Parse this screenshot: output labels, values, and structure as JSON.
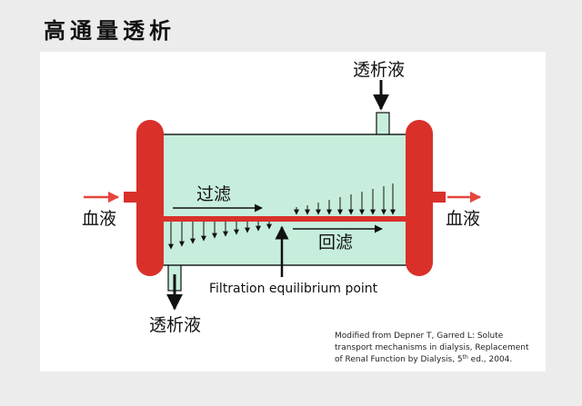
{
  "title": "高通量透析",
  "labels": {
    "dialysate_in": "透析液",
    "dialysate_out": "透析液",
    "blood_in": "血液",
    "blood_out": "血液",
    "filtration": "过滤",
    "backfiltration": "回滤",
    "equilibrium_point": "Filtration equilibrium point"
  },
  "citation": {
    "line1": "Modified from Depner T, Garred L: Solute",
    "line2": "transport mechanisms in dialysis, Replacement",
    "line3_pre": "of Renal Function by Dialysis, 5",
    "line3_sup": "th",
    "line3_post": " ed., 2004."
  },
  "colors": {
    "dialysate": "#c7eedc",
    "blood": "#d9302a",
    "membrane": "#d9302a",
    "flow_arrow": "#e4463d",
    "outline": "#111111"
  }
}
